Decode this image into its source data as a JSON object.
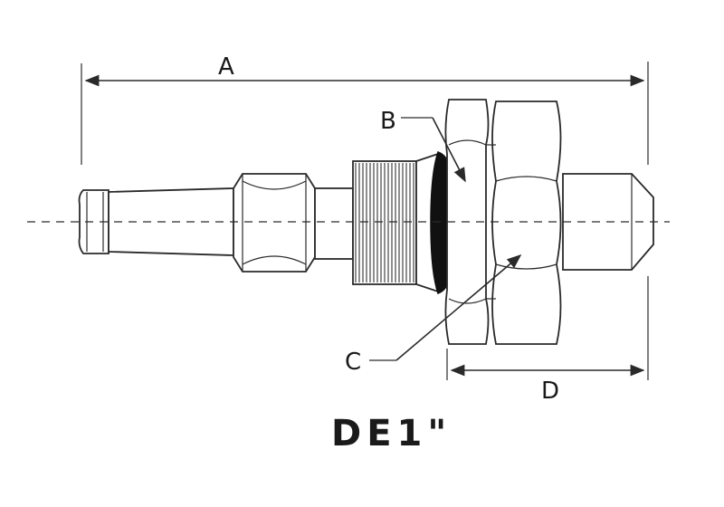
{
  "diagram": {
    "labels": {
      "a": "A",
      "b": "B",
      "c": "C",
      "d": "D"
    },
    "title": "DE1\""
  },
  "colors": {
    "ink": "#2a2a2a",
    "background": "#ffffff"
  }
}
